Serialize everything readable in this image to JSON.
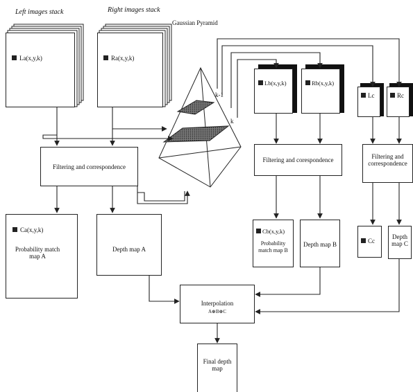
{
  "titles": {
    "left_stack": "Left images stack",
    "right_stack": "Right images stack",
    "pyramid": "Gaussian Pyramid",
    "level_k1": "k-1",
    "level_k": "k"
  },
  "boxes": {
    "la": "La(x,y,k)",
    "ra": "Ra(x,y,k)",
    "lb": "Lb(x,y,k)",
    "rb": "Rb(x,y,k)",
    "lc": "Lc",
    "rc": "Rc",
    "filter_a": "Filtering and correspondence",
    "filter_b": "Filtering and corespondence",
    "filter_c": "Filtering and correspondence",
    "ca": "Ca(x,y,k)",
    "prob_a": "Probability match map A",
    "depth_a": "Depth map A",
    "cb": "Cb(x,y,k)",
    "prob_b": "Probability match map B",
    "depth_b": "Depth map B",
    "cc": "Cc",
    "depth_c": "Depth map C",
    "interp": "Interpolation",
    "interp_sub": "A⊕B⊕C",
    "final": "Final depth map"
  }
}
